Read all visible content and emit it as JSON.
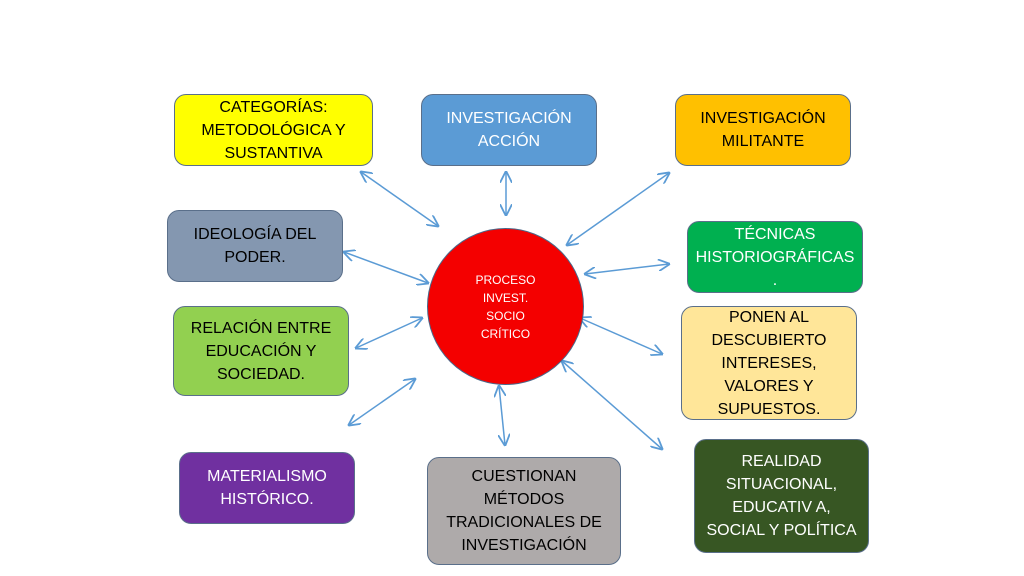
{
  "center": {
    "text": "PROCESO\nINVEST.\nSOCIO\nCRÍTICO",
    "color": "#f40000"
  },
  "nodes": [
    {
      "id": "categorias",
      "text": "CATEGORÍAS:\nMETODOLÓGICA Y\nSUSTANTIVA",
      "fill": "#ffff00",
      "text_color": "#000000"
    },
    {
      "id": "inv-accion",
      "text": "INVESTIGACIÓN\nACCIÓN",
      "fill": "#5b9bd5",
      "text_color": "#ffffff"
    },
    {
      "id": "inv-militante",
      "text": "INVESTIGACIÓN\nMILITANTE",
      "fill": "#ffc000",
      "text_color": "#000000"
    },
    {
      "id": "ideologia",
      "text": "IDEOLOGÍA DEL\nPODER.",
      "fill": "#8497b0",
      "text_color": "#000000"
    },
    {
      "id": "tecnicas",
      "text": "TÉCNICAS\nHISTORIOGRÁFICAS\n.",
      "fill": "#00b050",
      "text_color": "#ffffff"
    },
    {
      "id": "relacion",
      "text": "RELACIÓN ENTRE\nEDUCACIÓN Y\nSOCIEDAD.",
      "fill": "#92d050",
      "text_color": "#000000"
    },
    {
      "id": "ponen",
      "text": "PONEN AL\nDESCUBIERTO\nINTERESES,\nVALORES Y\nSUPUESTOS.",
      "fill": "#ffe699",
      "text_color": "#000000"
    },
    {
      "id": "materialismo",
      "text": "MATERIALISMO\nHISTÓRICO.",
      "fill": "#7030a0",
      "text_color": "#ffffff"
    },
    {
      "id": "cuestionan",
      "text": "CUESTIONAN\nMÉTODOS\nTRADICIONALES  DE\nINVESTIGACIÓN",
      "fill": "#aeaaaa",
      "text_color": "#000000"
    },
    {
      "id": "realidad",
      "text": "REALIDAD\nSITUACIONAL,\nEDUCATIV A,\nSOCIAL Y POLÍTICA",
      "fill": "#375623",
      "text_color": "#ffffff"
    }
  ],
  "arrow_color": "#5b9bd5"
}
